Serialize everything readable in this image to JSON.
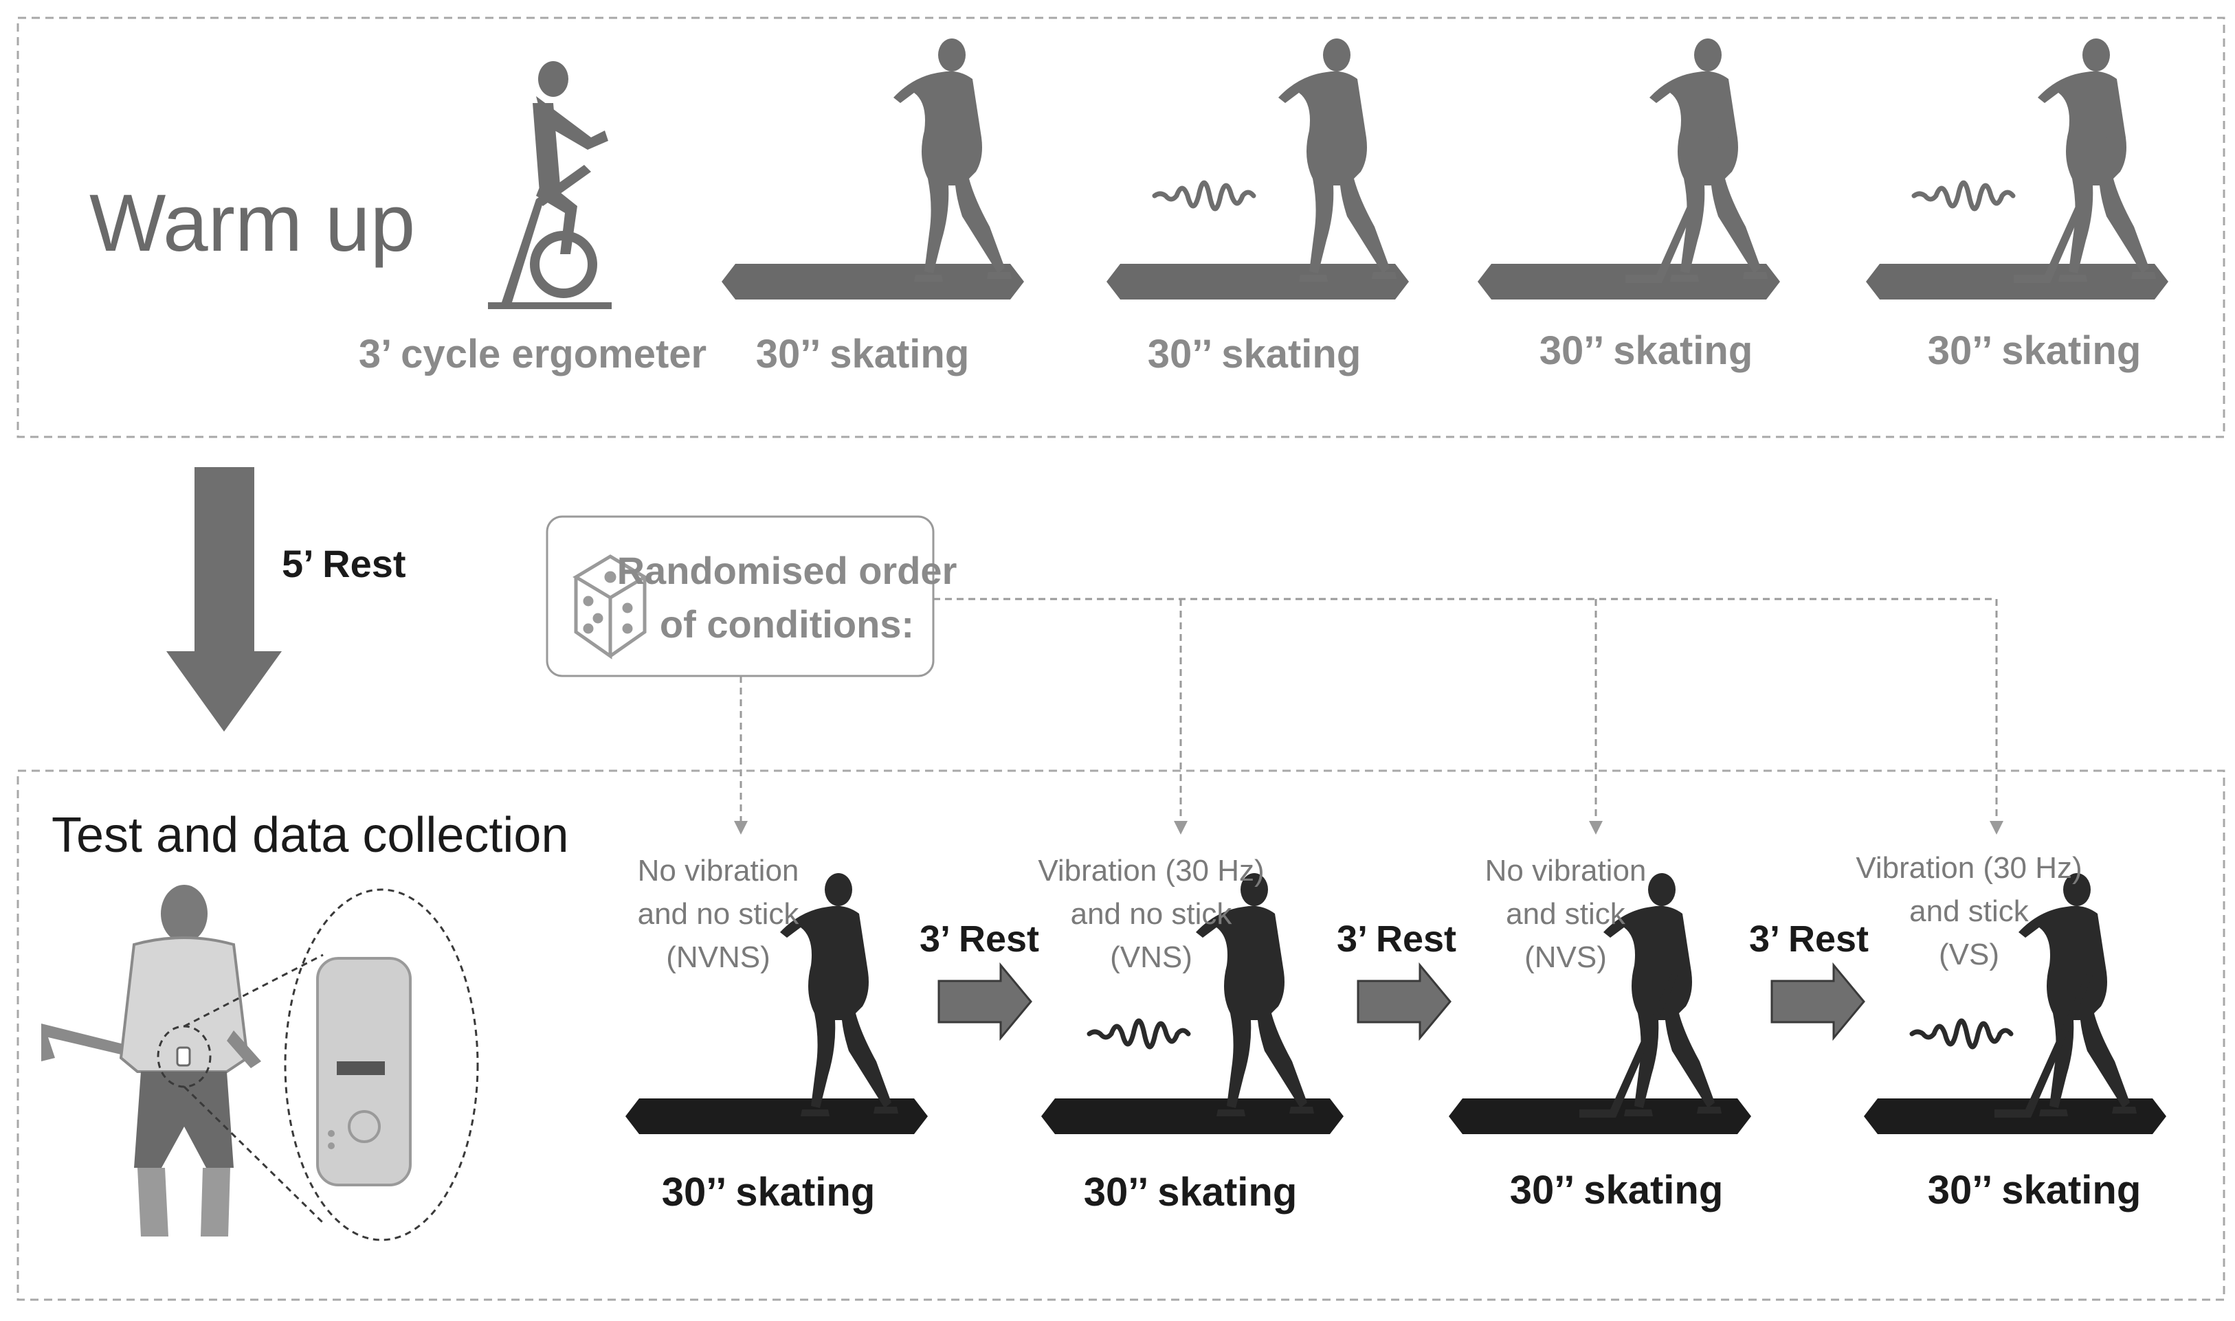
{
  "warmup": {
    "title": "Warm up",
    "steps": [
      {
        "label": "3’ cycle ergometer",
        "icon": "cycle-ergometer-icon"
      },
      {
        "label": "30’’ skating",
        "vibration": false,
        "stick": false
      },
      {
        "label": "30’’ skating",
        "vibration": true,
        "stick": false
      },
      {
        "label": "30’’ skating",
        "vibration": false,
        "stick": true
      },
      {
        "label": "30’’ skating",
        "vibration": true,
        "stick": true
      }
    ]
  },
  "rest_between": {
    "label": "5’ Rest"
  },
  "randomised": {
    "line1": "Randomised order",
    "line2": "of conditions:",
    "icon": "dice-icon"
  },
  "test": {
    "title": "Test and data collection",
    "device_icon": "imu-sensor-icon",
    "conditions": [
      {
        "line1": "No vibration",
        "line2": "and no stick",
        "code": "(NVNS)",
        "label": "30’’ skating",
        "vibration": false,
        "stick": false
      },
      {
        "line1": "Vibration (30 Hz)",
        "line2": "and no stick",
        "code": "(VNS)",
        "label": "30’’ skating",
        "vibration": true,
        "stick": false
      },
      {
        "line1": "No vibration",
        "line2": "and stick",
        "code": "(NVS)",
        "label": "30’’ skating",
        "vibration": false,
        "stick": true
      },
      {
        "line1": "Vibration (30 Hz)",
        "line2": "and stick",
        "code": "(VS)",
        "label": "30’’ skating",
        "vibration": true,
        "stick": true
      }
    ],
    "rests": [
      "3’ Rest",
      "3’ Rest",
      "3’ Rest"
    ]
  },
  "colors": {
    "warmup_figure": "#6e6e6e",
    "warmup_platform": "#6a6a6a",
    "test_figure": "#2a2a2a",
    "test_platform": "#1c1c1c",
    "arrow": "#6f6f6f",
    "border": "#a8a8a8"
  }
}
